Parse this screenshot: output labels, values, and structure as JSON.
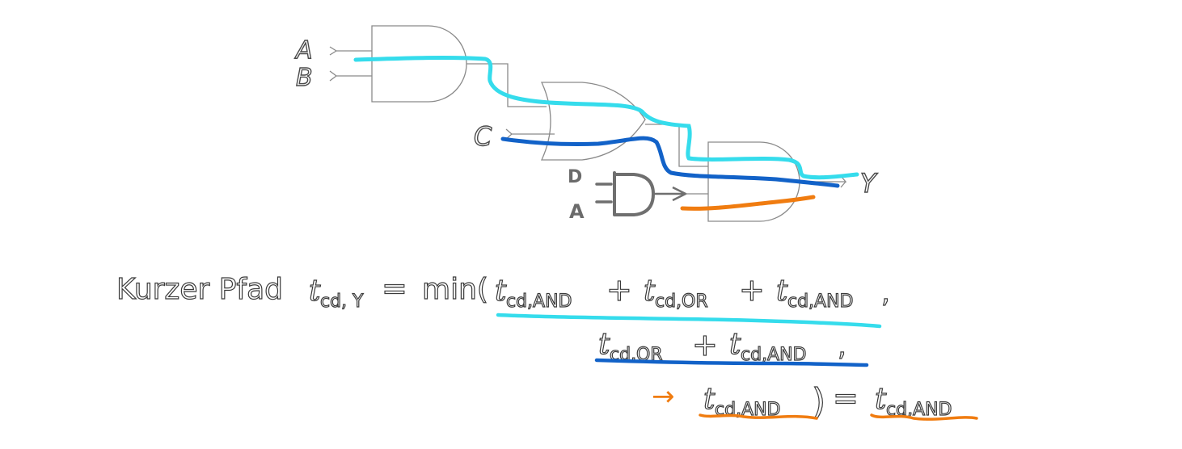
{
  "inputs": {
    "a": "A",
    "b": "B",
    "c": "C",
    "output": "Y"
  },
  "handwritten_note": {
    "top": "D",
    "bottom": "A"
  },
  "colors": {
    "path_long": "#35dcec",
    "path_mid": "#1262c8",
    "path_short": "#f07c10",
    "gate_stroke": "#8a8a8a"
  },
  "formula": {
    "label": "Kurzer Pfad",
    "lhs_t": "t",
    "lhs_sub": "cd, Y",
    "eq": "=",
    "min": "min(",
    "line1": {
      "terms": [
        {
          "t": "t",
          "sub": "cd,AND"
        },
        {
          "t": "t",
          "sub": "cd,OR"
        },
        {
          "t": "t",
          "sub": "cd,AND"
        }
      ],
      "plus": "+",
      "end": ","
    },
    "line2": {
      "terms": [
        {
          "t": "t",
          "sub": "cd,OR"
        },
        {
          "t": "t",
          "sub": "cd,AND"
        }
      ],
      "plus": "+",
      "end": ","
    },
    "line3": {
      "arrow": "→",
      "term": {
        "t": "t",
        "sub": "cd,AND"
      },
      "close": ")",
      "eq": "=",
      "result": {
        "t": "t",
        "sub": "cd,AND"
      }
    }
  }
}
